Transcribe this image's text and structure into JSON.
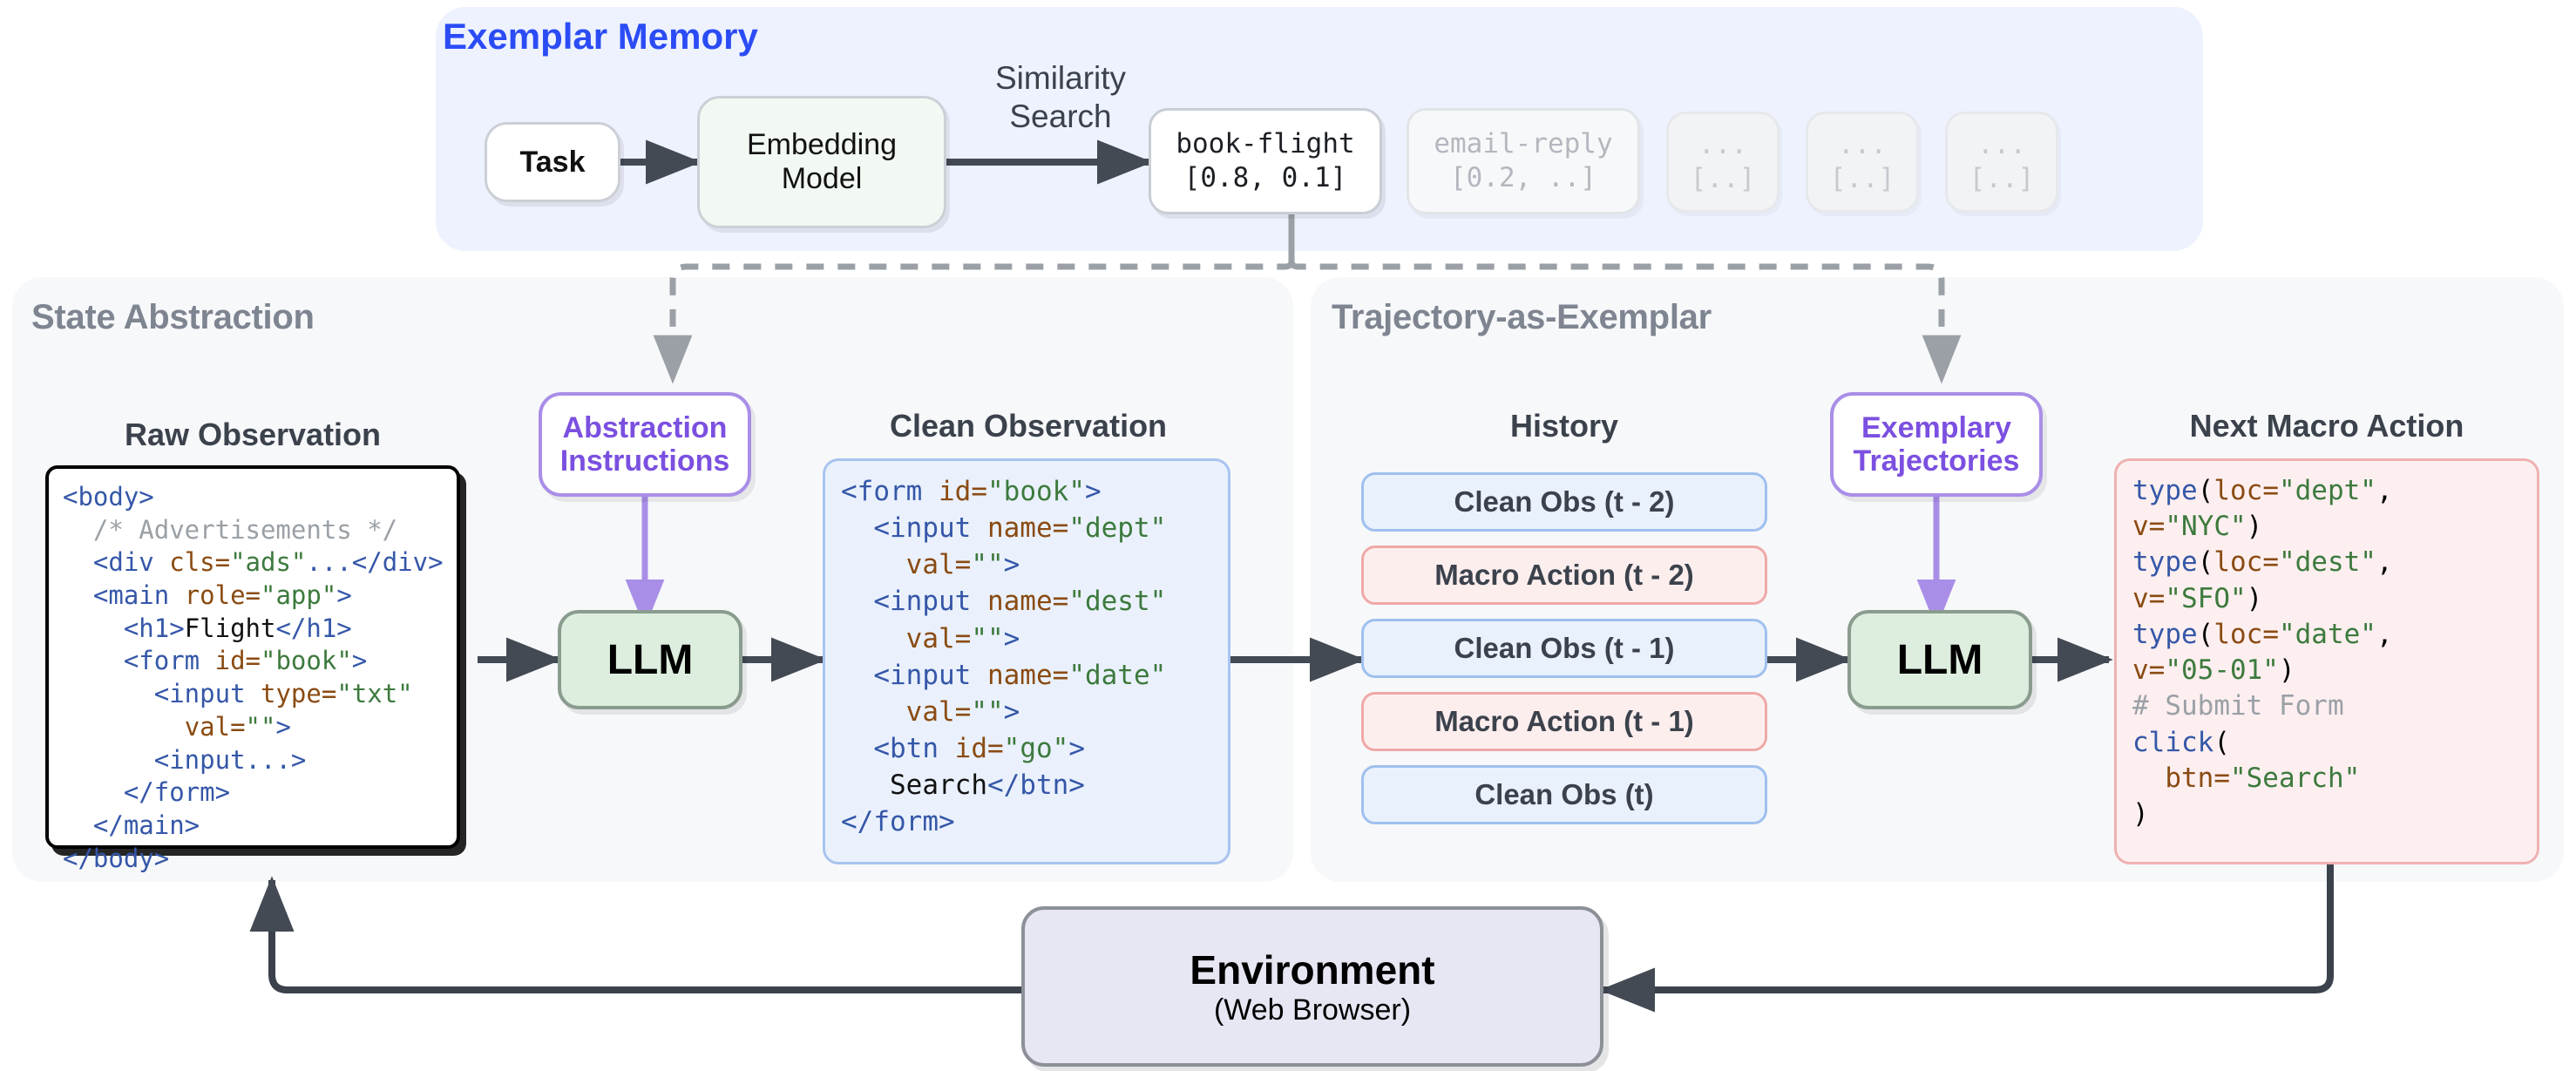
{
  "memory": {
    "title": "Exemplar Memory",
    "title_color": "#2b4cf5",
    "task_label": "Task",
    "embedding_label": "Embedding\nModel",
    "similarity_label": "Similarity\nSearch",
    "exemplars": [
      {
        "name": "book-flight",
        "vector": "[0.8, 0.1]",
        "state": "active"
      },
      {
        "name": "email-reply",
        "vector": "[0.2, ..]",
        "state": "dim"
      },
      {
        "name": "...",
        "vector": "[..]",
        "state": "placeholder"
      },
      {
        "name": "...",
        "vector": "[..]",
        "state": "placeholder"
      },
      {
        "name": "...",
        "vector": "[..]",
        "state": "placeholder"
      }
    ]
  },
  "state_abstraction": {
    "panel_title": "State Abstraction",
    "raw_observation_title": "Raw Observation",
    "clean_observation_title": "Clean Observation",
    "abstraction_box_line1": "Abstraction",
    "abstraction_box_line2": "Instructions",
    "llm_label": "LLM",
    "raw_code_lines": [
      "<body>",
      "  /* Advertisements */",
      "  <div cls=\"ads\"...</div>",
      "  <main role=\"app\">",
      "    <h1>Flight</h1>",
      "    <form id=\"book\">",
      "      <input type=\"txt\"",
      "        val=\"\">",
      "      <input...>",
      "    </form>",
      "  </main>",
      "</body>"
    ],
    "clean_code_lines": [
      "<form id=\"book\">",
      "  <input name=\"dept\"",
      "    val=\"\">",
      "  <input name=\"dest\"",
      "    val=\"\">",
      "  <input name=\"date\"",
      "    val=\"\">",
      "  <btn id=\"go\">",
      "   Search</btn>",
      "</form>"
    ]
  },
  "trajectory": {
    "panel_title": "Trajectory-as-Exemplar",
    "history_title": "History",
    "next_action_title": "Next Macro Action",
    "exemplary_box_line1": "Exemplary",
    "exemplary_box_line2": "Trajectories",
    "llm_label": "LLM",
    "history_items": [
      {
        "label": "Clean Obs (t - 2)",
        "kind": "obs"
      },
      {
        "label": "Macro Action (t - 2)",
        "kind": "act"
      },
      {
        "label": "Clean Obs (t - 1)",
        "kind": "obs"
      },
      {
        "label": "Macro Action (t - 1)",
        "kind": "act"
      },
      {
        "label": "Clean Obs (t)",
        "kind": "obs"
      }
    ],
    "action_code_lines": [
      "type(loc=\"dept\",",
      "v=\"NYC\")",
      "type(loc=\"dest\",",
      "v=\"SFO\")",
      "type(loc=\"date\",",
      "v=\"05-01\")",
      "# Submit Form",
      "click(",
      "  btn=\"Search\"",
      ")"
    ]
  },
  "environment": {
    "title": "Environment",
    "subtitle": "(Web Browser)"
  },
  "colors": {
    "memory_panel": "#eef2fe",
    "section_panel": "#f7f8fa",
    "obs_fill": "#e9f1fd",
    "obs_border": "#9fc0ee",
    "action_fill": "#fdeeee",
    "action_border": "#efa8a8",
    "llm_fill": "#ddeede",
    "purple_accent": "#7b50e0",
    "env_fill": "#e6e7f3",
    "arrow": "#434a54"
  }
}
